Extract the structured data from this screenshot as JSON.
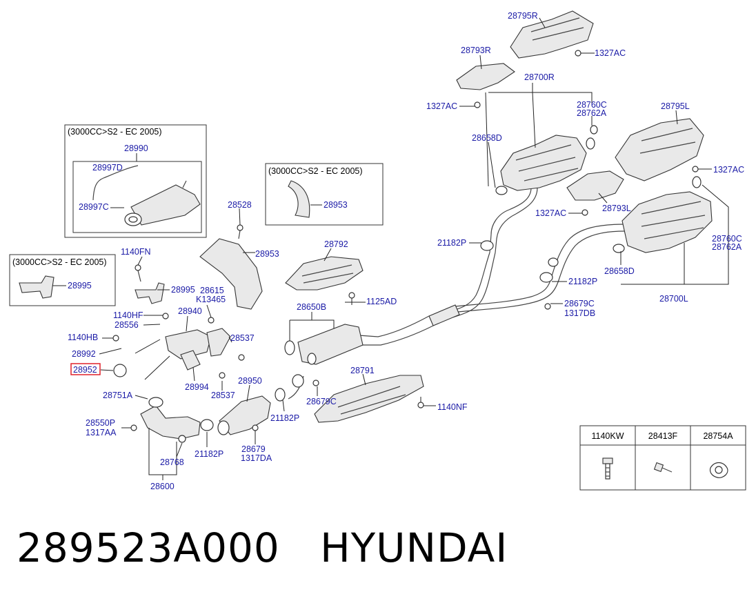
{
  "labels": {
    "l_28795R": "28795R",
    "l_28793R": "28793R",
    "l_1327AC_a": "1327AC",
    "l_28700R": "28700R",
    "l_1327AC_b": "1327AC",
    "l_28760C_a": "28760C",
    "l_28762A_a": "28762A",
    "l_28795L": "28795L",
    "l_28658D_a": "28658D",
    "l_1327AC_c": "1327AC",
    "l_1327AC_d": "1327AC",
    "l_28793L": "28793L",
    "l_28760C_b": "28760C",
    "l_28762A_b": "28762A",
    "l_21182P_a": "21182P",
    "l_28658D_b": "28658D",
    "l_21182P_b": "21182P",
    "l_28700L": "28700L",
    "l_28679C_a": "28679C",
    "l_1317DB": "1317DB",
    "l_28528": "28528",
    "l_28953_a": "28953",
    "l_28792": "28792",
    "l_1125AD": "1125AD",
    "l_28650B": "28650B",
    "l_1140FN": "1140FN",
    "l_28995_a": "28995",
    "l_28615": "28615",
    "l_K13465": "K13465",
    "l_1140HF": "1140HF",
    "l_28556": "28556",
    "l_28940": "28940",
    "l_1140HB": "1140HB",
    "l_28537_a": "28537",
    "l_28992": "28992",
    "l_28952": "28952",
    "l_28994": "28994",
    "l_28537_b": "28537",
    "l_28950": "28950",
    "l_28791": "28791",
    "l_28751A": "28751A",
    "l_28679C_b": "28679C",
    "l_1140NF": "1140NF",
    "l_21182P_c": "21182P",
    "l_28550P": "28550P",
    "l_1317AA": "1317AA",
    "l_21182P_d": "21182P",
    "l_28679": "28679",
    "l_1317DA": "1317DA",
    "l_28768": "28768",
    "l_28600": "28600"
  },
  "inset_boxes": {
    "box_a": {
      "title": "(3000CC>S2 - EC 2005)",
      "labels": {
        "l_28990": "28990",
        "l_28997D": "28997D",
        "l_28997C": "28997C"
      }
    },
    "box_b": {
      "title": "(3000CC>S2 - EC 2005)",
      "labels": {
        "l_28953_b": "28953"
      }
    },
    "box_c": {
      "title": "(3000CC>S2 - EC 2005)",
      "labels": {
        "l_28995_b": "28995"
      }
    }
  },
  "legend_table": {
    "headers": [
      "1140KW",
      "28413F",
      "28754A"
    ]
  },
  "highlight_color": "#e0202a",
  "label_color": "#1a1aa6",
  "caption": {
    "part_number": "289523A000",
    "brand": "HYUNDAI"
  }
}
